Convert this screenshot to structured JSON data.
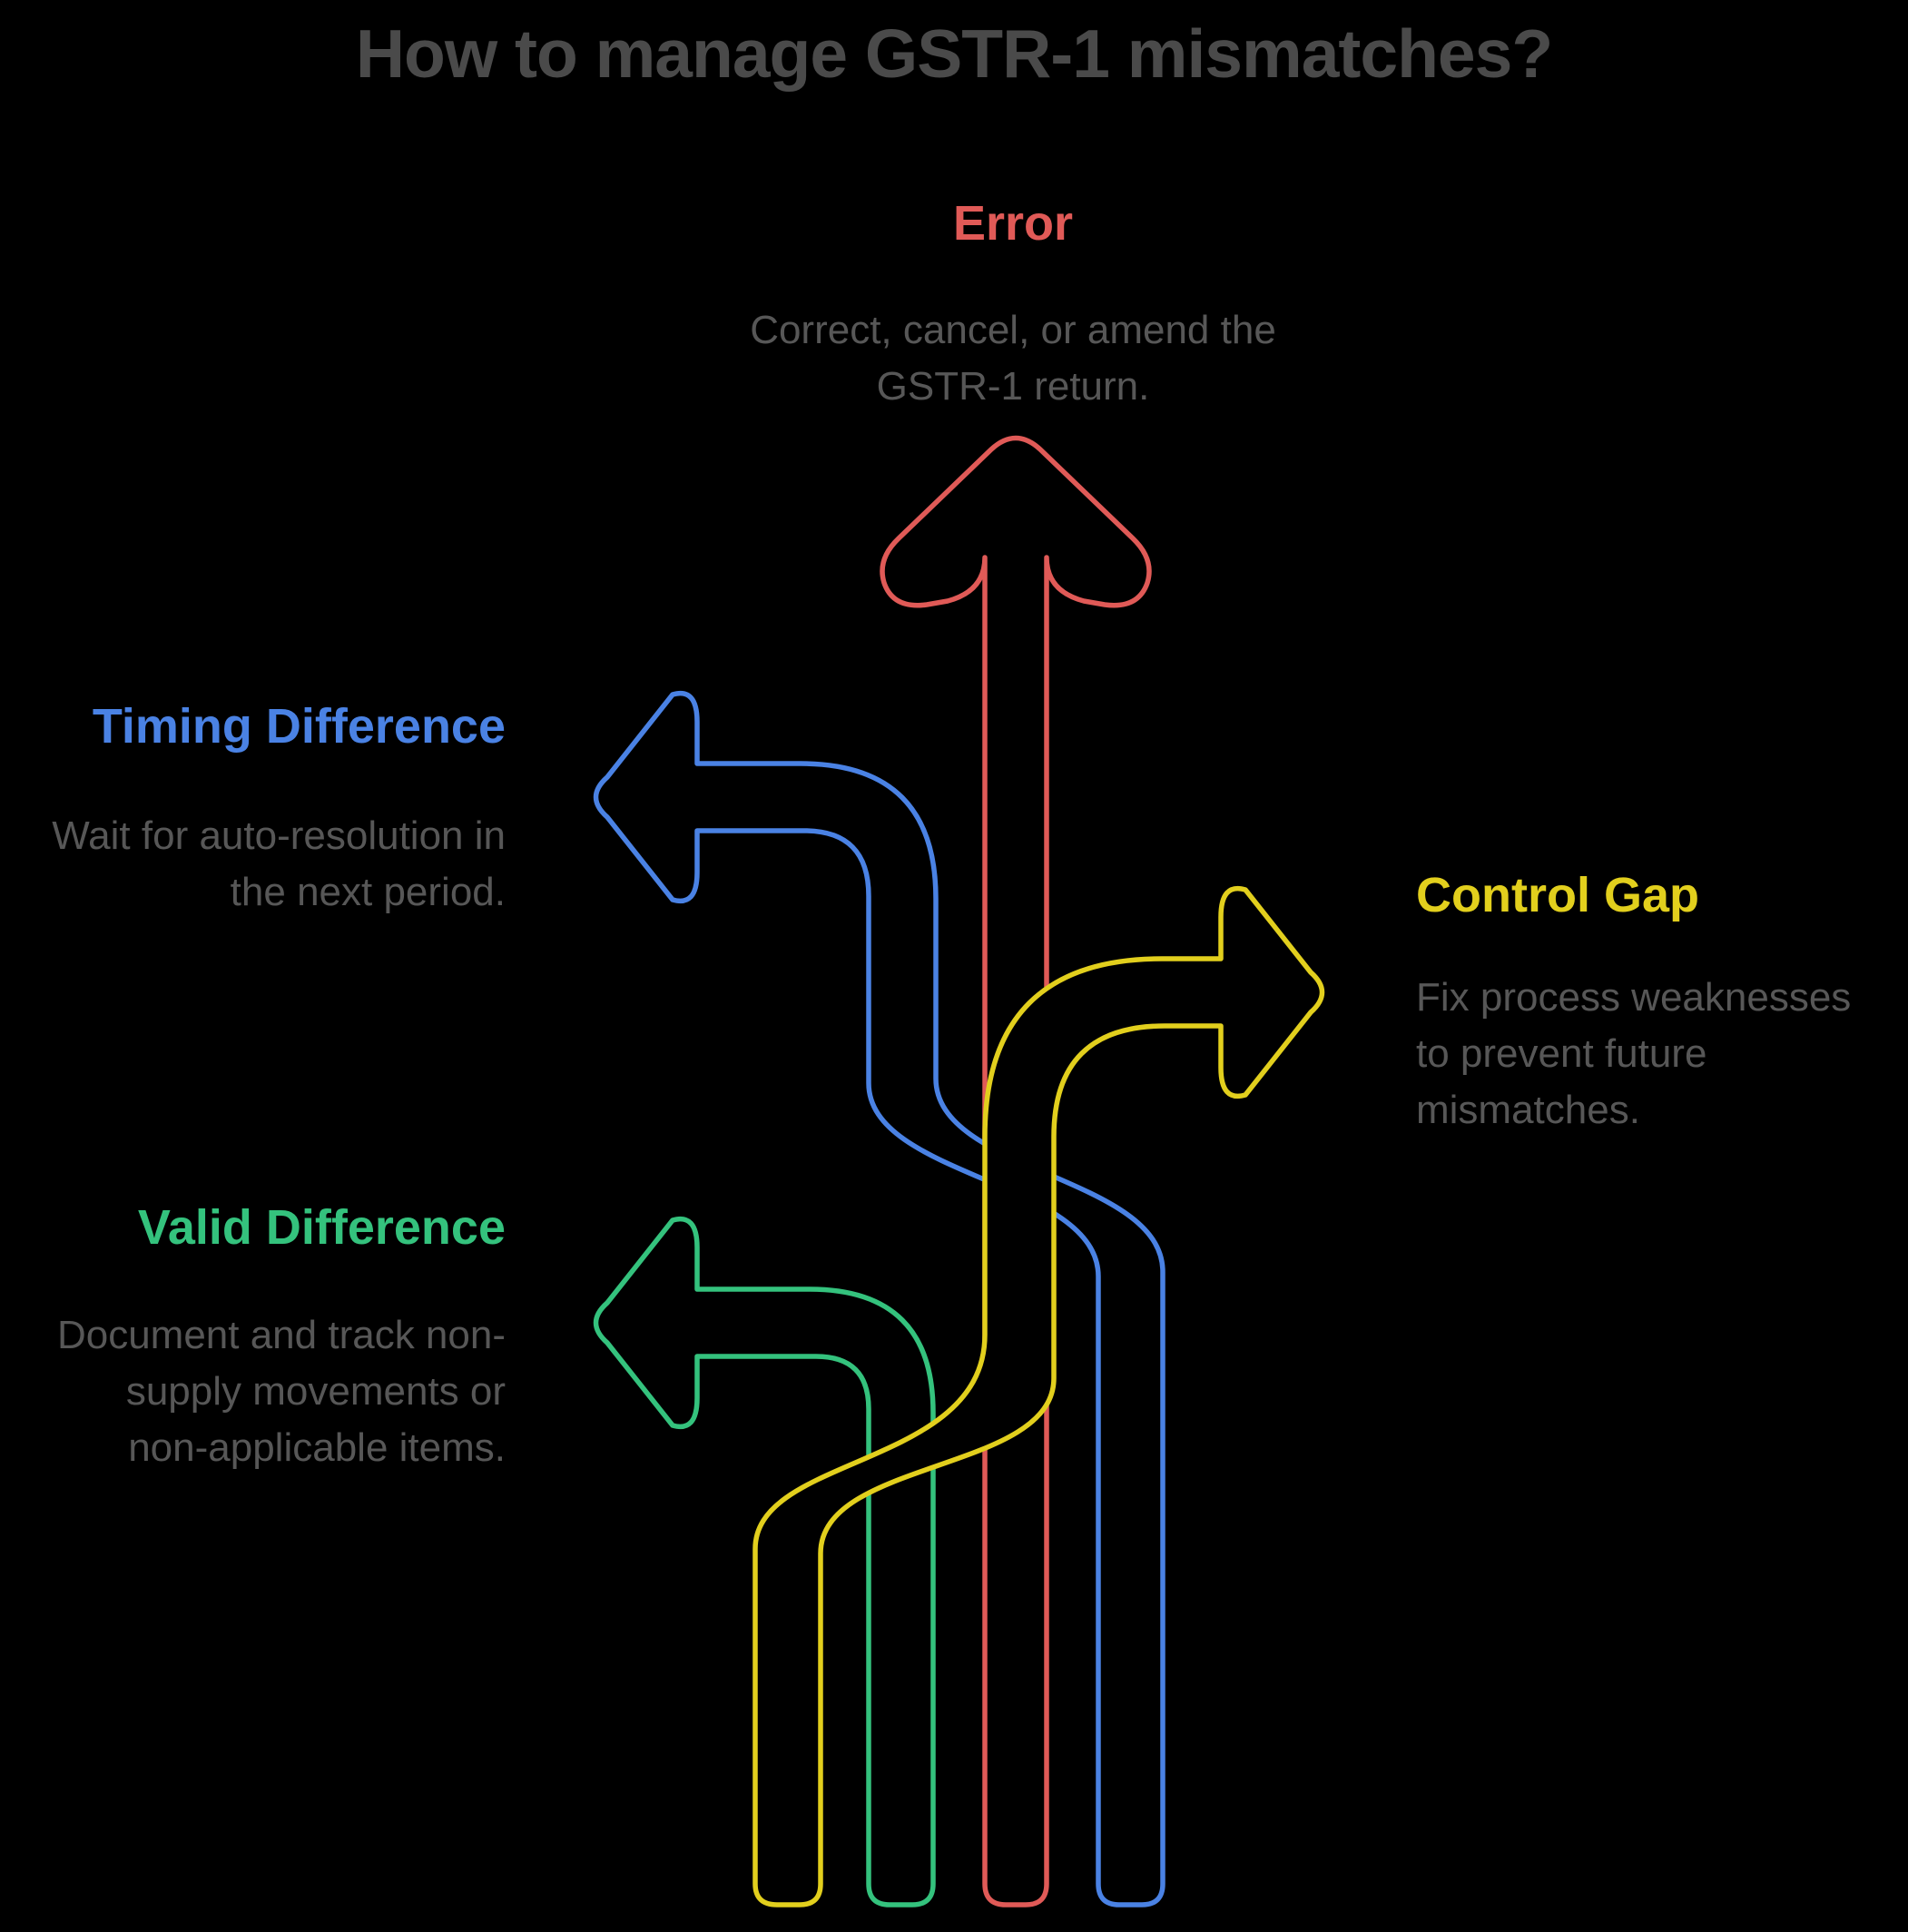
{
  "title": "How to manage GSTR-1 mismatches?",
  "colors": {
    "background": "#000000",
    "title": "#4a4a4a",
    "description": "#575757",
    "error": "#e05a57",
    "timing": "#4a82e4",
    "control": "#e2cf1d",
    "valid": "#34c27d"
  },
  "sections": {
    "error": {
      "label": "Error",
      "arrow_direction": "up",
      "desc_lines": [
        "Correct, cancel, or amend the",
        "GSTR-1 return."
      ]
    },
    "timing": {
      "label": "Timing Difference",
      "arrow_direction": "left",
      "desc_lines": [
        "Wait for auto-resolution in",
        "the next period."
      ]
    },
    "control": {
      "label": "Control Gap",
      "arrow_direction": "right",
      "desc_lines": [
        "Fix process weaknesses",
        "to prevent future",
        "mismatches."
      ]
    },
    "valid": {
      "label": "Valid Difference",
      "arrow_direction": "left",
      "desc_lines": [
        "Document and track non-",
        "supply movements or",
        "non-applicable items."
      ]
    }
  }
}
